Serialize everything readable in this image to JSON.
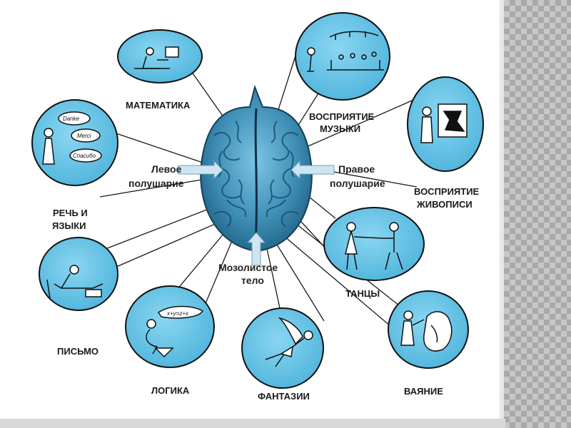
{
  "center": {
    "left_hemisphere": [
      "Левое",
      "полушарие"
    ],
    "right_hemisphere": [
      "Правое",
      "полушарие"
    ],
    "corpus_callosum": [
      "Мозолистое",
      "тело"
    ]
  },
  "bubbles": {
    "math": {
      "label": "МАТЕМАТИКА"
    },
    "music": {
      "label": [
        "ВОСПРИЯТИЕ",
        "МУЗЫКИ"
      ]
    },
    "painting": {
      "label": [
        "ВОСПРИЯТИЕ",
        "ЖИВОПИСИ"
      ]
    },
    "speech": {
      "label": [
        "РЕЧЬ И",
        "ЯЗЫКИ"
      ],
      "words": [
        "Danke",
        "Merci",
        "Спасибо"
      ]
    },
    "dance": {
      "label": "ТАНЦЫ"
    },
    "writing": {
      "label": "ПИСЬМО"
    },
    "logic": {
      "label": "ЛОГИКА",
      "formula": "x+y=z+x"
    },
    "fantasy": {
      "label": "ФАНТАЗИИ"
    },
    "sculpture": {
      "label": "ВАЯНИЕ"
    }
  },
  "colors": {
    "bubble_fill": "#5fc3e6",
    "brain_fill": "#3f8fb6",
    "outline": "#111111"
  }
}
